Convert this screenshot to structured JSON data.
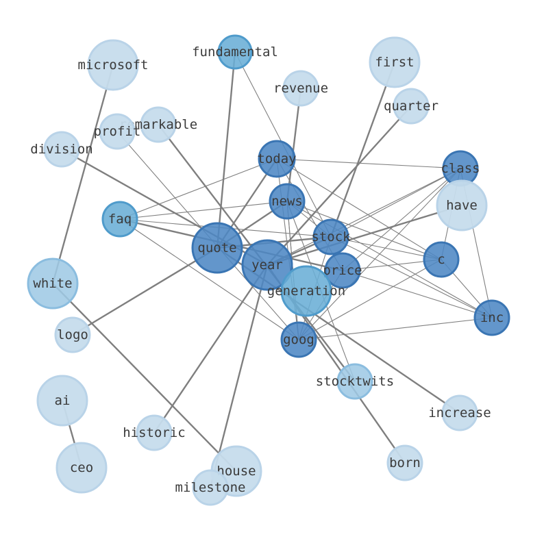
{
  "colors": {
    "light": "#c6dcec",
    "light_border": "#b9d3e8",
    "mid": "#9fcae5",
    "mid_border": "#8bbddf",
    "strong": "#6aaed6",
    "strong_border": "#4f9bcb",
    "dark": "#4d88c4",
    "dark_border": "#3a75b3",
    "edge": "#7f7f7f"
  },
  "nodes": [
    {
      "id": "fundamental",
      "label": "fundamental",
      "tone": "strong"
    },
    {
      "id": "microsoft",
      "label": "microsoft",
      "tone": "light"
    },
    {
      "id": "first",
      "label": "first",
      "tone": "light"
    },
    {
      "id": "revenue",
      "label": "revenue",
      "tone": "light"
    },
    {
      "id": "quarter",
      "label": "quarter",
      "tone": "light"
    },
    {
      "id": "remarkable",
      "label": "remarkable",
      "tone": "light"
    },
    {
      "id": "profit",
      "label": "profit",
      "tone": "light"
    },
    {
      "id": "division",
      "label": "division",
      "tone": "light"
    },
    {
      "id": "today",
      "label": "today",
      "tone": "dark"
    },
    {
      "id": "class",
      "label": "class",
      "tone": "dark"
    },
    {
      "id": "have",
      "label": "have",
      "tone": "light"
    },
    {
      "id": "news",
      "label": "news",
      "tone": "dark"
    },
    {
      "id": "faq",
      "label": "faq",
      "tone": "strong"
    },
    {
      "id": "stock",
      "label": "stock",
      "tone": "dark"
    },
    {
      "id": "quote",
      "label": "quote",
      "tone": "dark"
    },
    {
      "id": "year",
      "label": "year",
      "tone": "dark"
    },
    {
      "id": "c",
      "label": "c",
      "tone": "dark"
    },
    {
      "id": "price",
      "label": "price",
      "tone": "dark"
    },
    {
      "id": "white",
      "label": "white",
      "tone": "mid"
    },
    {
      "id": "generation",
      "label": "generation",
      "tone": "strong"
    },
    {
      "id": "inc",
      "label": "inc",
      "tone": "dark"
    },
    {
      "id": "logo",
      "label": "logo",
      "tone": "light"
    },
    {
      "id": "goog",
      "label": "goog",
      "tone": "dark"
    },
    {
      "id": "stocktwits",
      "label": "stocktwits",
      "tone": "mid"
    },
    {
      "id": "ai",
      "label": "ai",
      "tone": "light"
    },
    {
      "id": "increase",
      "label": "increase",
      "tone": "light"
    },
    {
      "id": "historic",
      "label": "historic",
      "tone": "light"
    },
    {
      "id": "born",
      "label": "born",
      "tone": "light"
    },
    {
      "id": "ceo",
      "label": "ceo",
      "tone": "light"
    },
    {
      "id": "house",
      "label": "house",
      "tone": "light"
    },
    {
      "id": "milestone",
      "label": "milestone",
      "tone": "light"
    }
  ],
  "edges": [
    {
      "source": "microsoft",
      "target": "white",
      "weight": "heavy"
    },
    {
      "source": "fundamental",
      "target": "quote",
      "weight": "heavy"
    },
    {
      "source": "fundamental",
      "target": "stock",
      "weight": "light"
    },
    {
      "source": "revenue",
      "target": "news",
      "weight": "heavy"
    },
    {
      "source": "first",
      "target": "stock",
      "weight": "heavy"
    },
    {
      "source": "quarter",
      "target": "year",
      "weight": "heavy"
    },
    {
      "source": "remarkable",
      "target": "stocktwits",
      "weight": "heavy"
    },
    {
      "source": "profit",
      "target": "goog",
      "weight": "light"
    },
    {
      "source": "division",
      "target": "year",
      "weight": "heavy"
    },
    {
      "source": "ai",
      "target": "ceo",
      "weight": "heavy"
    },
    {
      "source": "white",
      "target": "house",
      "weight": "heavy"
    },
    {
      "source": "logo",
      "target": "quote",
      "weight": "heavy"
    },
    {
      "source": "quote",
      "target": "today",
      "weight": "heavy"
    },
    {
      "source": "quote",
      "target": "news",
      "weight": "heavy"
    },
    {
      "source": "quote",
      "target": "stock",
      "weight": "heavy"
    },
    {
      "source": "quote",
      "target": "increase",
      "weight": "heavy"
    },
    {
      "source": "year",
      "target": "stock",
      "weight": "heavy"
    },
    {
      "source": "year",
      "target": "have",
      "weight": "heavy"
    },
    {
      "source": "year",
      "target": "historic",
      "weight": "heavy"
    },
    {
      "source": "year",
      "target": "milestone",
      "weight": "heavy"
    },
    {
      "source": "year",
      "target": "born",
      "weight": "heavy"
    },
    {
      "source": "faq",
      "target": "today",
      "weight": "light"
    },
    {
      "source": "faq",
      "target": "news",
      "weight": "light"
    },
    {
      "source": "faq",
      "target": "stock",
      "weight": "light"
    },
    {
      "source": "faq",
      "target": "price",
      "weight": "heavy"
    },
    {
      "source": "faq",
      "target": "goog",
      "weight": "light"
    },
    {
      "source": "today",
      "target": "class",
      "weight": "light"
    },
    {
      "source": "today",
      "target": "c",
      "weight": "light"
    },
    {
      "source": "today",
      "target": "price",
      "weight": "light"
    },
    {
      "source": "today",
      "target": "goog",
      "weight": "light"
    },
    {
      "source": "news",
      "target": "stock",
      "weight": "light"
    },
    {
      "source": "news",
      "target": "c",
      "weight": "light"
    },
    {
      "source": "news",
      "target": "goog",
      "weight": "light"
    },
    {
      "source": "news",
      "target": "stocktwits",
      "weight": "light"
    },
    {
      "source": "news",
      "target": "inc",
      "weight": "light"
    },
    {
      "source": "stock",
      "target": "class",
      "weight": "light"
    },
    {
      "source": "stock",
      "target": "c",
      "weight": "light"
    },
    {
      "source": "stock",
      "target": "goog",
      "weight": "light"
    },
    {
      "source": "stock",
      "target": "inc",
      "weight": "light"
    },
    {
      "source": "class",
      "target": "price",
      "weight": "light"
    },
    {
      "source": "class",
      "target": "c",
      "weight": "light"
    },
    {
      "source": "class",
      "target": "goog",
      "weight": "light"
    },
    {
      "source": "class",
      "target": "inc",
      "weight": "light"
    },
    {
      "source": "class",
      "target": "year",
      "weight": "light"
    },
    {
      "source": "price",
      "target": "c",
      "weight": "light"
    },
    {
      "source": "price",
      "target": "inc",
      "weight": "light"
    },
    {
      "source": "price",
      "target": "goog",
      "weight": "light"
    },
    {
      "source": "c",
      "target": "goog",
      "weight": "light"
    },
    {
      "source": "c",
      "target": "inc",
      "weight": "light"
    },
    {
      "source": "goog",
      "target": "inc",
      "weight": "light"
    },
    {
      "source": "goog",
      "target": "news",
      "weight": "light"
    }
  ]
}
